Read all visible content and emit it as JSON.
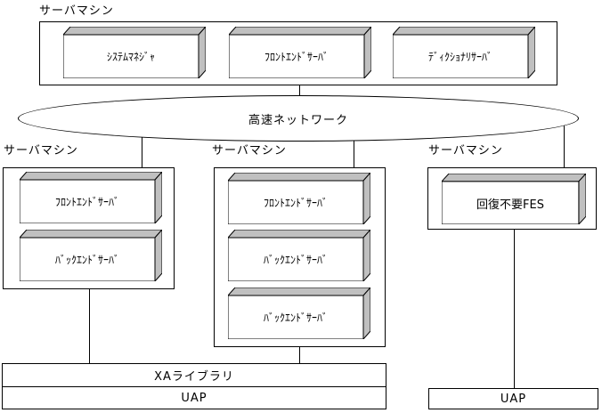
{
  "diagram": {
    "colors": {
      "line": "#000000",
      "box_face": "#ffffff",
      "box_shade": "#c0c0c0",
      "background": "#ffffff"
    },
    "network": {
      "label": "高速ネットワーク"
    },
    "top_machine": {
      "label": "サーバマシン",
      "servers": [
        "ｼｽﾃﾑﾏﾈｼﾞｬ",
        "ﾌﾛﾝﾄｴﾝﾄﾞｻｰﾊﾞ",
        "ﾃﾞｨｸｼｮﾅﾘｻｰﾊﾞ"
      ]
    },
    "left_machine": {
      "label": "サーバマシン",
      "servers": [
        "ﾌﾛﾝﾄｴﾝﾄﾞｻｰﾊﾞ",
        "ﾊﾞｯｸｴﾝﾄﾞｻｰﾊﾞ"
      ]
    },
    "middle_machine": {
      "label": "サーバマシン",
      "servers": [
        "ﾌﾛﾝﾄｴﾝﾄﾞｻｰﾊﾞ",
        "ﾊﾞｯｸｴﾝﾄﾞｻｰﾊﾞ",
        "ﾊﾞｯｸｴﾝﾄﾞｻｰﾊﾞ"
      ]
    },
    "right_machine": {
      "label": "サーバマシン",
      "servers": [
        "回復不要FES"
      ]
    },
    "xa_stack": {
      "xa_label": "XAライブラリ",
      "uap_label": "UAP"
    },
    "right_uap": {
      "label": "UAP"
    }
  }
}
